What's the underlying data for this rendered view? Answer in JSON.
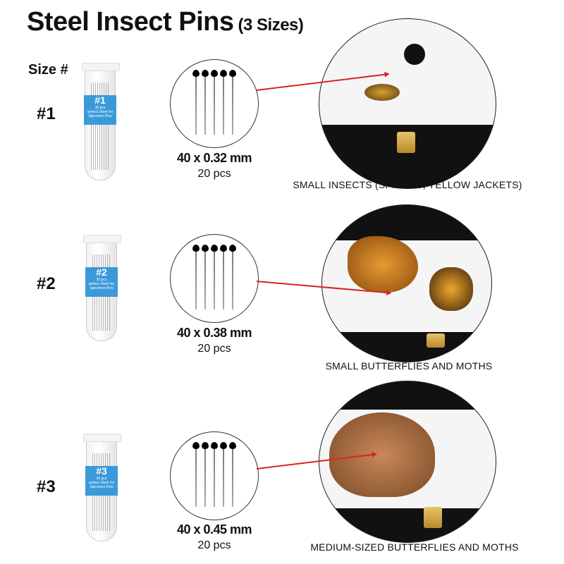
{
  "title": {
    "main": "Steel Insect Pins",
    "sub": "(3 Sizes)"
  },
  "size_header": "Size #",
  "rows": [
    {
      "num": "#1",
      "tube": {
        "label": "#1",
        "line1": "30 pcs",
        "line2": "ainless Steel Ins",
        "line3": "Specimen Pins"
      },
      "dimension": "40 x 0.32 mm",
      "count": "20 pcs",
      "caption": "SMALL INSECTS (SPIDERS, YELLOW JACKETS)"
    },
    {
      "num": "#2",
      "tube": {
        "label": "#2",
        "line1": "30 pcs",
        "line2": "ainless Steel Ins",
        "line3": "Specimen Pins"
      },
      "dimension": "40 x 0.38 mm",
      "count": "20 pcs",
      "caption": "SMALL BUTTERFLIES AND MOTHS"
    },
    {
      "num": "#3",
      "tube": {
        "label": "#3",
        "line1": "30 pcs",
        "line2": "ainless Steel Ins",
        "line3": "Specimen Pins"
      },
      "dimension": "40 x 0.45 mm",
      "count": "20 pcs",
      "caption": "MEDIUM-SIZED BUTTERFLIES AND MOTHS"
    }
  ],
  "colors": {
    "label_blue": "#3a9ad9",
    "arrow_red": "#dd2222"
  }
}
